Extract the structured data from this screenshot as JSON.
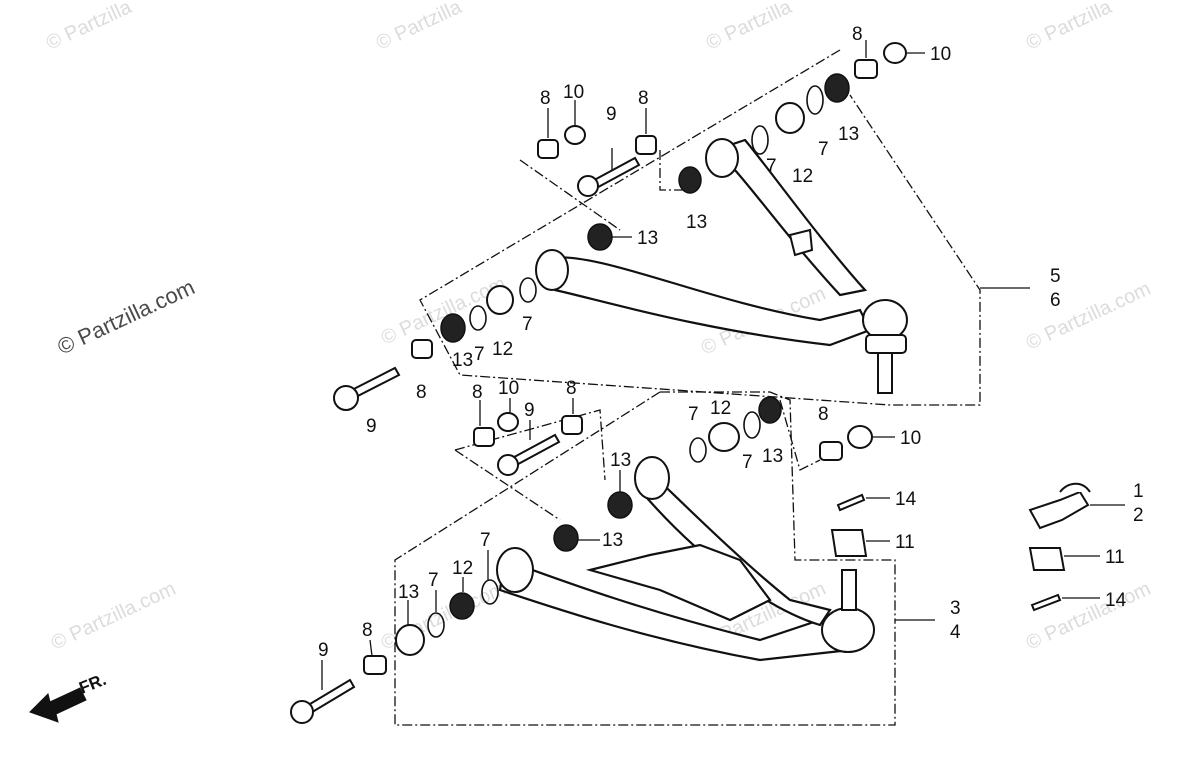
{
  "watermark": {
    "brand_small": "© Partzilla",
    "brand_url": "© Partzilla.com"
  },
  "direction": {
    "label": "FR."
  },
  "callouts": {
    "c1": "1",
    "c2": "2",
    "c3": "3",
    "c4": "4",
    "c5": "5",
    "c6": "6",
    "c7": "7",
    "c8": "8",
    "c9": "9",
    "c10": "10",
    "c11": "11",
    "c12": "12",
    "c13": "13",
    "c14": "14"
  }
}
